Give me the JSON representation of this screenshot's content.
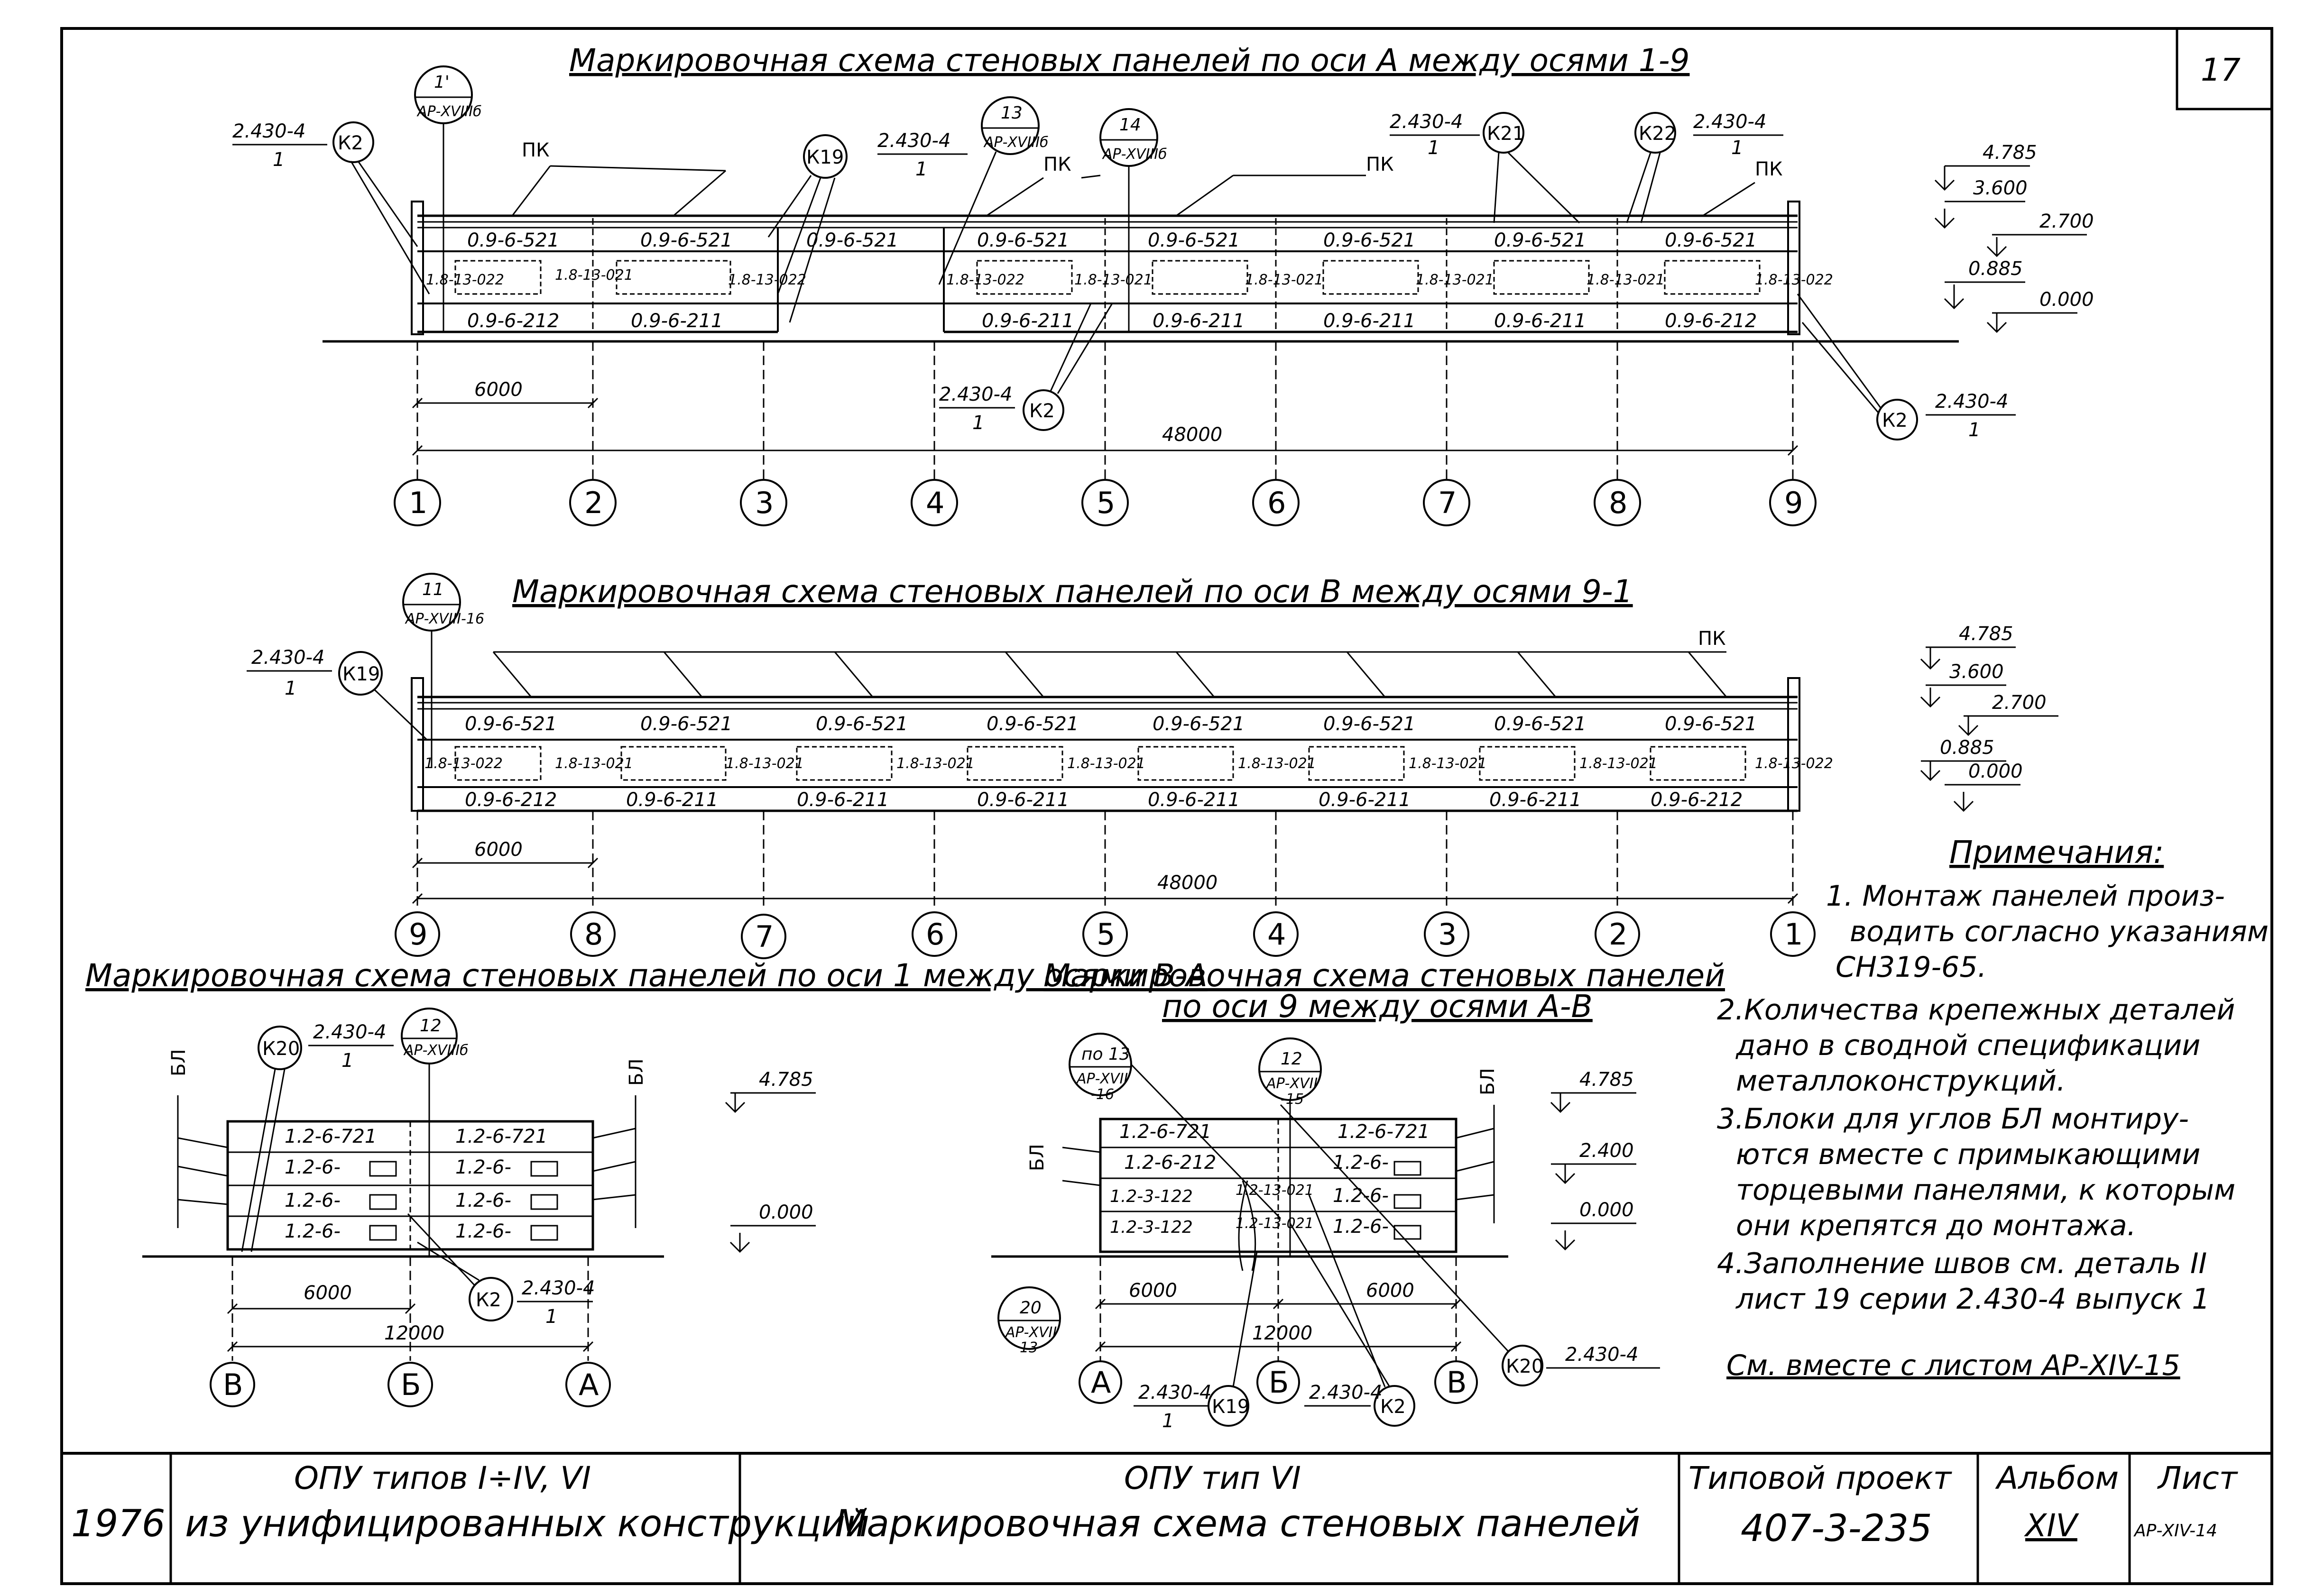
{
  "sheet_number": "17",
  "top_schema": {
    "title": "Маркировочная схема стеновых панелей по оси А между осями 1-9",
    "callouts": [
      {
        "num": "1'",
        "ref": "АР-XVIIIб"
      },
      {
        "num": "13",
        "ref": "АР-XVIIIб"
      },
      {
        "num": "14",
        "ref": "АР-XVIIIб"
      }
    ],
    "marks": {
      "k2": "К2",
      "k19": "К19",
      "k21": "К21",
      "k22": "К22",
      "pk": "ПК"
    },
    "series_ref": "2.430-4",
    "series_sub": "1",
    "panels_top": [
      "0.9-6-521",
      "0.9-6-521",
      "0.9-6-521",
      "0.9-6-521",
      "0.9-6-521",
      "0.9-6-521",
      "0.9-6-521",
      "0.9-6-521"
    ],
    "panels_bottom": [
      "0.9-6-212",
      "0.9-6-211",
      "0.9-6-211",
      "0.9-6-211",
      "0.9-6-211",
      "0.9-6-211",
      "0.9-6-212"
    ],
    "column_panel": "1.8-13-021",
    "column_panel_end": "1.8-13-022",
    "levels": [
      "4.785",
      "3.600",
      "2.700",
      "0.885",
      "0.000"
    ],
    "dims": {
      "bay": "6000",
      "total": "48000"
    },
    "axes": [
      "1",
      "2",
      "3",
      "4",
      "5",
      "6",
      "7",
      "8",
      "9"
    ]
  },
  "mid_schema": {
    "title": "Маркировочная схема стеновых панелей по оси В между осями 9-1",
    "callout": {
      "num": "11",
      "ref": "АР-XVIII-16"
    },
    "marks": {
      "k19": "К19",
      "pk": "ПК"
    },
    "panels_top": [
      "0.9-6-521",
      "0.9-6-521",
      "0.9-6-521",
      "0.9-6-521",
      "0.9-6-521",
      "0.9-6-521",
      "0.9-6-521",
      "0.9-6-521"
    ],
    "panels_bottom": [
      "0.9-6-212",
      "0.9-6-211",
      "0.9-6-211",
      "0.9-6-211",
      "0.9-6-211",
      "0.9-6-211",
      "0.9-6-211",
      "0.9-6-212"
    ],
    "levels": [
      "4.785",
      "3.600",
      "2.700",
      "0.885",
      "0.000"
    ],
    "dims": {
      "bay": "6000",
      "total": "48000"
    },
    "axes": [
      "9",
      "8",
      "7",
      "6",
      "5",
      "4",
      "3",
      "2",
      "1"
    ]
  },
  "left_schema": {
    "title": "Маркировочная схема стеновых панелей по оси 1 между осями В-А",
    "callout": {
      "num": "12",
      "ref": "АР-XVIIIб"
    },
    "marks": {
      "k20": "К20",
      "k2": "К2",
      "bl": "БЛ"
    },
    "panels": [
      "1.2-6-721",
      "1.2-6-721",
      "1.2-6-",
      "1.2-6-",
      "1.2-6-",
      "1.2-6-",
      "1.2-6-",
      "1.2-6-"
    ],
    "levels": [
      "4.785",
      "0.000"
    ],
    "dims": {
      "bay": "6000",
      "total": "12000"
    },
    "axes": [
      "В",
      "Б",
      "А"
    ]
  },
  "right_schema": {
    "title_line1": "Маркировочная схема стеновых панелей",
    "title_line2": "по оси 9 между осями А-В",
    "callouts": [
      {
        "num": "по 13",
        "ref": "АР-XVII",
        "sub": "-16"
      },
      {
        "num": "12",
        "ref": "АР-XVII",
        "sub": "-15"
      },
      {
        "num": "20",
        "ref": "АР-XVII",
        "sub": "13"
      }
    ],
    "marks": {
      "k19": "К19",
      "k2": "К2",
      "k20": "К20",
      "bl": "БЛ"
    },
    "panels": [
      "1.2-6-721",
      "1.2-6-721",
      "1.2-6-212",
      "1.2-6-",
      "1.2-3-122",
      "1.2-6-",
      "1.2-3-122",
      "1.2-6-"
    ],
    "small_panel": "1.2-13-021",
    "levels": [
      "4.785",
      "2.400",
      "0.000"
    ],
    "dims": {
      "bay": "6000",
      "total": "12000"
    },
    "axes": [
      "А",
      "Б",
      "В"
    ]
  },
  "notes": {
    "heading": "Примечания:",
    "lines": [
      "1. Монтаж панелей произ-",
      "водить согласно указаниям",
      "СН319-65.",
      "2.Количества крепежных деталей",
      "дано в сводной спецификации",
      "металлоконструкций.",
      "3.Блоки для углов БЛ монтиру-",
      "ются вместе с примыкающими",
      "торцевыми панелями, к которым",
      "они крепятся до монтажа.",
      "4.Заполнение швов см. деталь II",
      "лист 19 серии 2.430-4 выпуск 1"
    ],
    "see_also": "См. вместе с листом АР-XIV-15"
  },
  "title_block": {
    "year": "1976",
    "left_line1": "ОПУ типов I÷IV, VI",
    "left_line2": "из унифицированных конструкций",
    "center_line1": "ОПУ тип VI",
    "center_line2": "Маркировочная схема стеновых панелей",
    "project_label": "Типовой проект",
    "project_value": "407-3-235",
    "album_label": "Альбом",
    "album_value": "XIV",
    "sheet_label": "Лист",
    "sheet_value": "АР-XIV-14"
  }
}
